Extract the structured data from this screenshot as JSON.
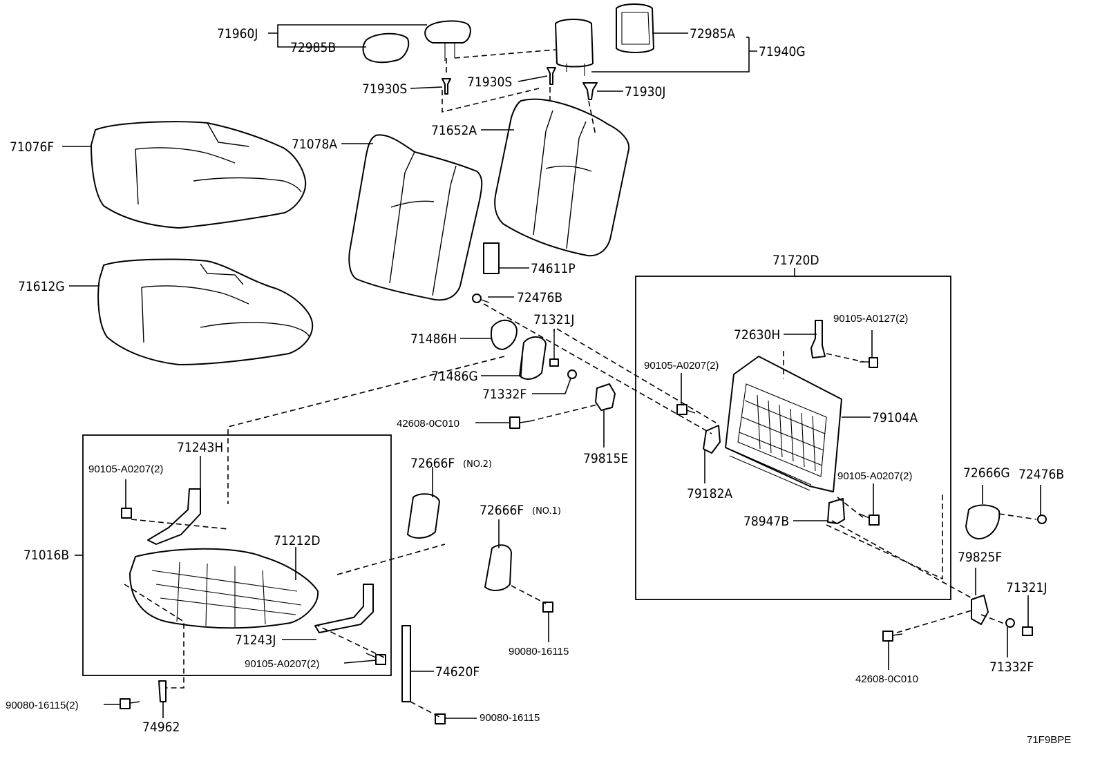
{
  "diagram": {
    "drawing_code": "71F9BPE",
    "labels": {
      "p71960J": "71960J",
      "p72985B": "72985B",
      "p72985A": "72985A",
      "p71940G": "71940G",
      "p71930S_a": "71930S",
      "p71930S_b": "71930S",
      "p71930J": "71930J",
      "p71076F": "71076F",
      "p71078A": "71078A",
      "p71652A": "71652A",
      "p74611P": "74611P",
      "p71612G": "71612G",
      "p72476B_a": "72476B",
      "p71321J_a": "71321J",
      "p71486H": "71486H",
      "p71486G": "71486G",
      "p71332F_a": "71332F",
      "p42608_a": "42608-0C010",
      "p79815E": "79815E",
      "p71720D": "71720D",
      "p72630H": "72630H",
      "p90105_0127": "90105-A0127(2)",
      "p90105_0207_a": "90105-A0207(2)",
      "p79104A": "79104A",
      "p79182A": "79182A",
      "p90105_0207_b": "90105-A0207(2)",
      "p78947B": "78947B",
      "p72666G": "72666G",
      "p72476B_b": "72476B",
      "p79825F": "79825F",
      "p71321J_b": "71321J",
      "p42608_b": "42608-0C010",
      "p71332F_b": "71332F",
      "p71243H": "71243H",
      "p90105_0207_c": "90105-A0207(2)",
      "p71016B": "71016B",
      "p71212D": "71212D",
      "p71243J": "71243J",
      "p90105_0207_d": "90105-A0207(2)",
      "p72666F_no2": "72666F",
      "p72666F_no1": "72666F",
      "p90080_a": "90080-16115",
      "p74620F": "74620F",
      "p90080_b": "90080-16115",
      "p90080_c": "90080-16115(2)",
      "p74962": "74962"
    },
    "notes": {
      "no2": "(NO.2)",
      "no1": "(NO.1)"
    }
  }
}
